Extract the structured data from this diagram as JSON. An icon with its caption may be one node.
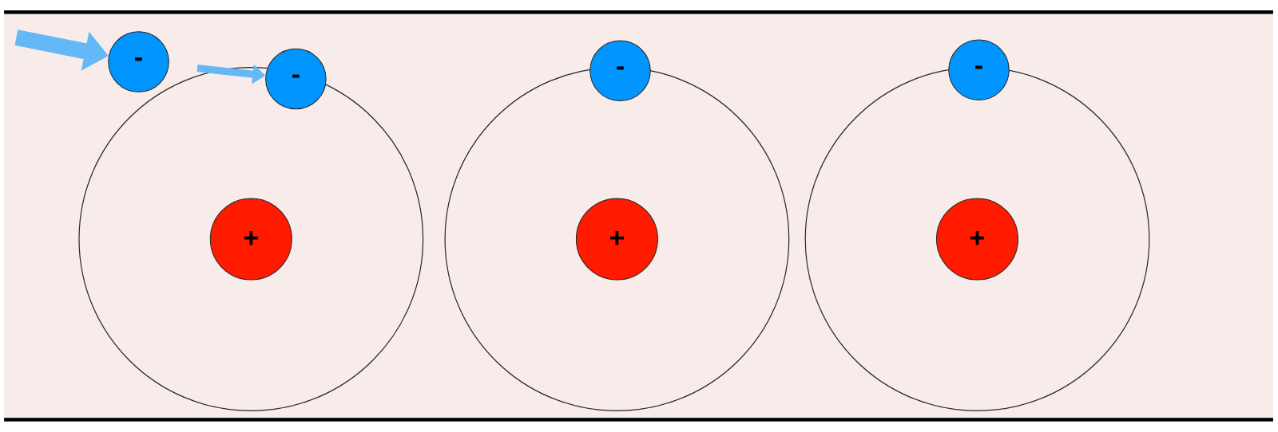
{
  "diagram": {
    "nodes": [
      {
        "text": [
          "-"
        ]
      },
      {
        "text": [],
        "shape": "circle"
      },
      {
        "text": [
          "+"
        ],
        "in": 1
      },
      {
        "text": [
          "-"
        ]
      },
      {
        "text": [],
        "shape": "circle"
      },
      {
        "text": [
          "+"
        ],
        "in": 4
      },
      {
        "text": [
          "-"
        ]
      },
      {
        "text": [],
        "shape": "circle"
      },
      {
        "text": [
          "+"
        ],
        "in": 7
      },
      {
        "text": [
          "-"
        ]
      }
    ],
    "edges": [
      {
        "from": null,
        "to": 0,
        "arrow": "to",
        "style": "thick"
      },
      {
        "from": 0,
        "to": 3,
        "arrow": "to"
      }
    ]
  }
}
